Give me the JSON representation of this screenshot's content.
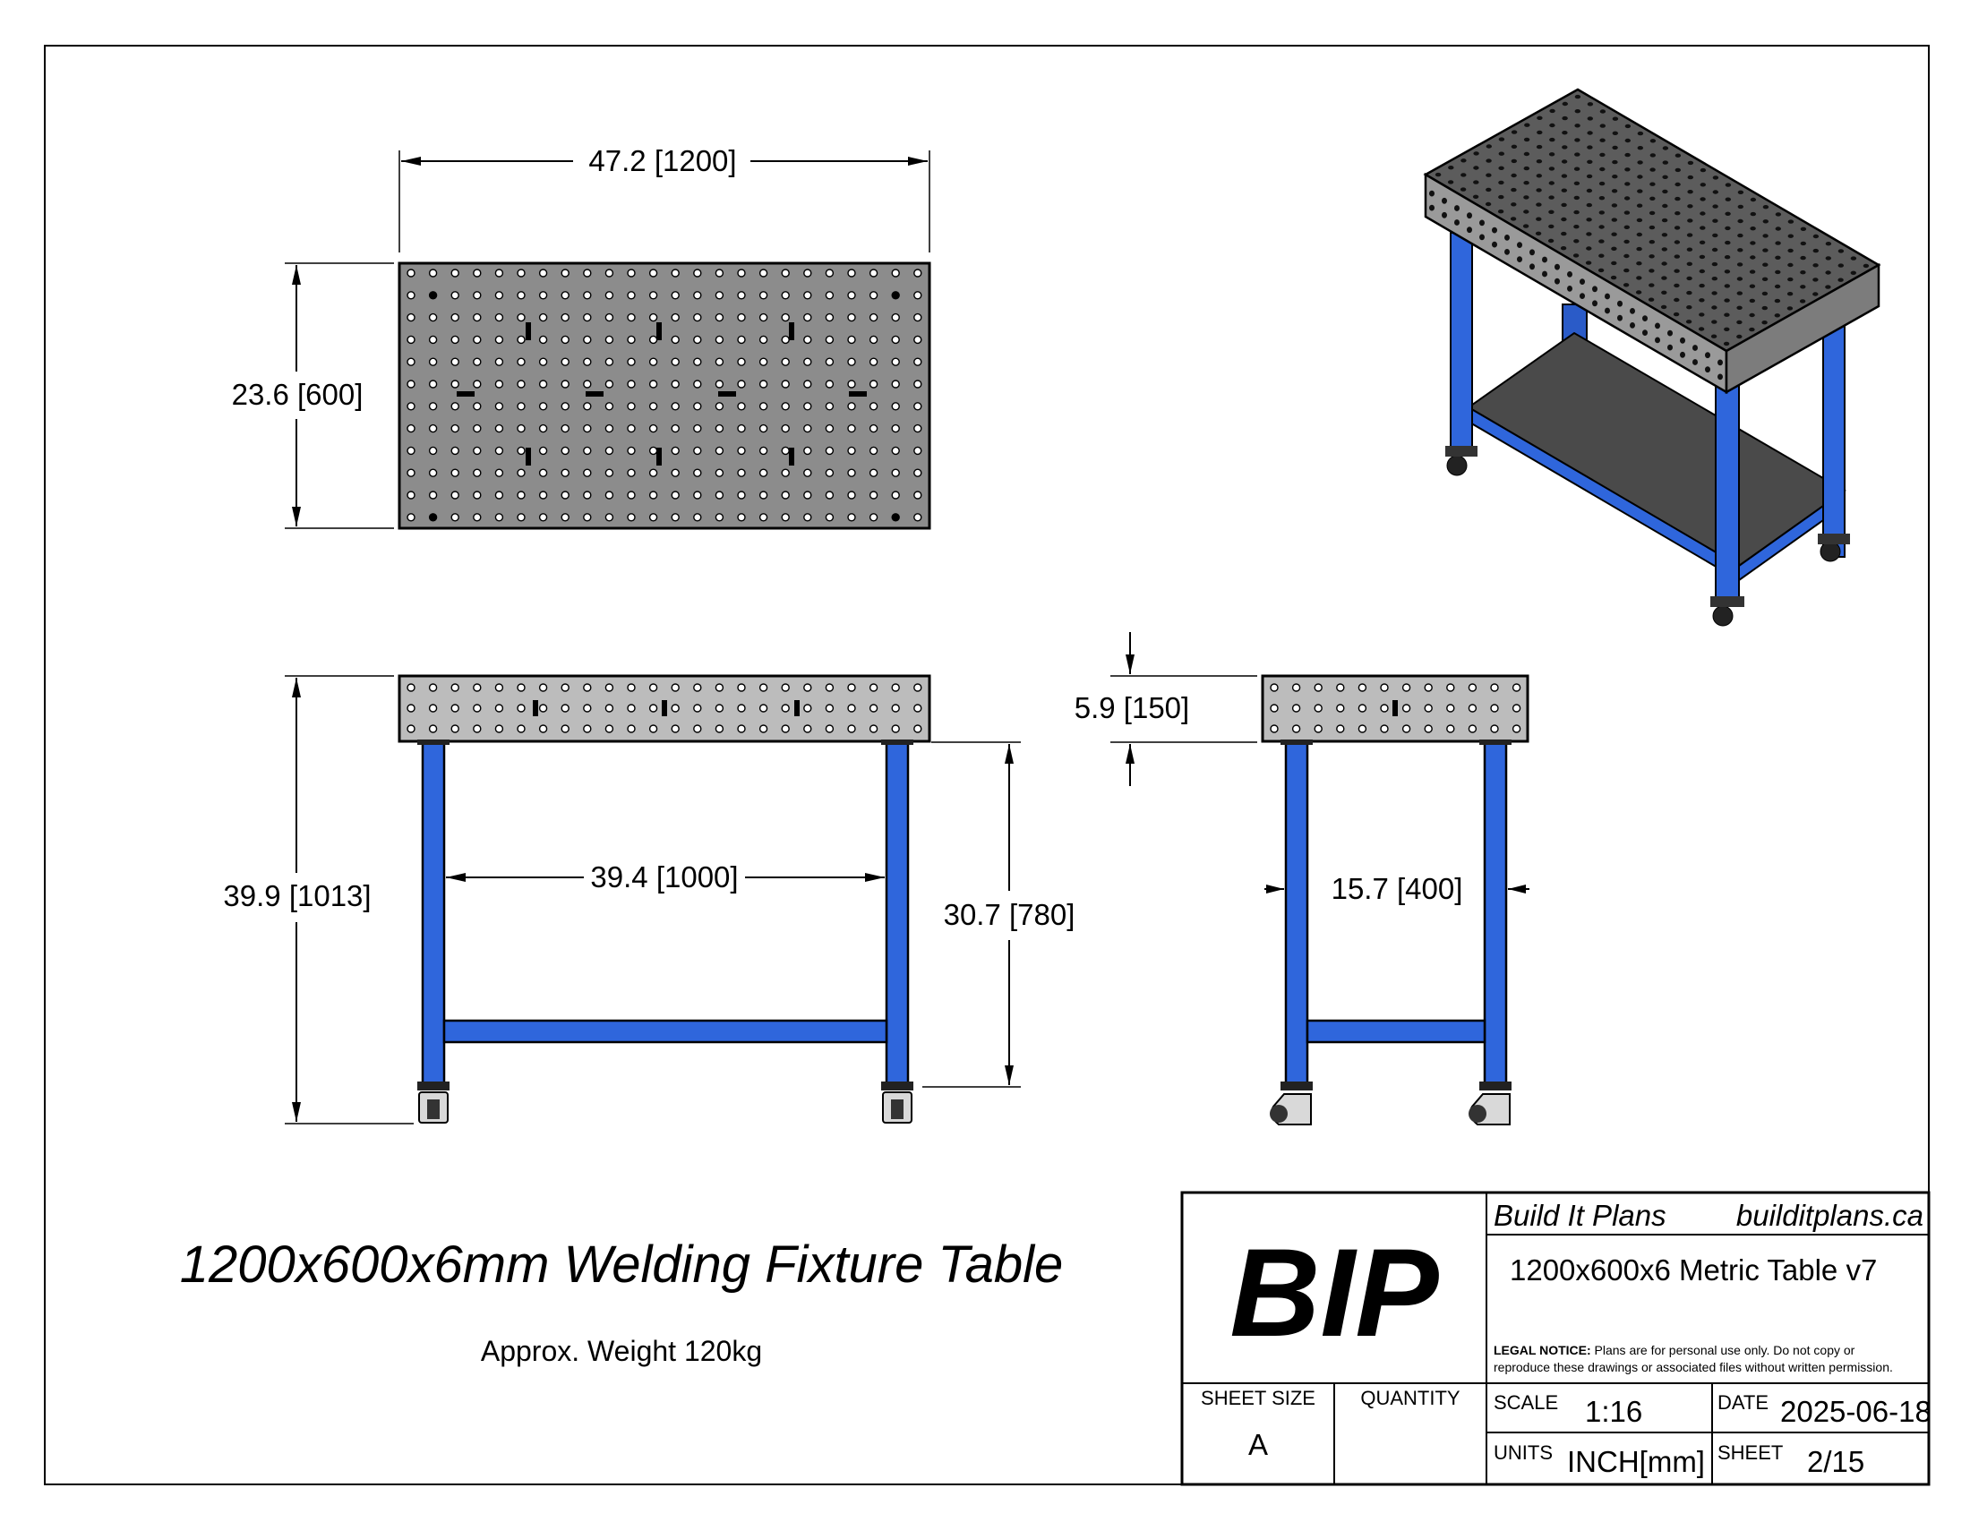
{
  "drawing": {
    "dimensions": {
      "top_width": "47.2 [1200]",
      "top_depth": "23.6 [600]",
      "overall_height": "39.9 [1013]",
      "leg_span": "39.4 [1000]",
      "under_height": "30.7 [780]",
      "top_thickness": "5.9 [150]",
      "side_leg_span": "15.7 [400]"
    },
    "title": "1200x600x6mm Welding Fixture Table",
    "weight": "Approx. Weight 120kg",
    "colors": {
      "frame": "#2f66dc",
      "plate": "#8c8c8c",
      "plate_side": "#b9b9b9",
      "shelf": "#4a4a4a"
    }
  },
  "title_block": {
    "logo": "BIP",
    "company": "Build It Plans",
    "website": "builditplans.ca",
    "drawing_name": "1200x600x6 Metric Table v7",
    "legal_label": "LEGAL NOTICE:",
    "legal_text_1": " Plans are for personal use only. Do not copy or",
    "legal_text_2": "reproduce these drawings or associated files without written permission.",
    "sheet_size_label": "SHEET SIZE",
    "sheet_size": "A",
    "quantity_label": "QUANTITY",
    "scale_label": "SCALE",
    "scale": "1:16",
    "date_label": "DATE",
    "date": "2025-06-18",
    "units_label": "UNITS",
    "units": "INCH[mm]",
    "sheet_label": "SHEET",
    "sheet": "2/15"
  }
}
